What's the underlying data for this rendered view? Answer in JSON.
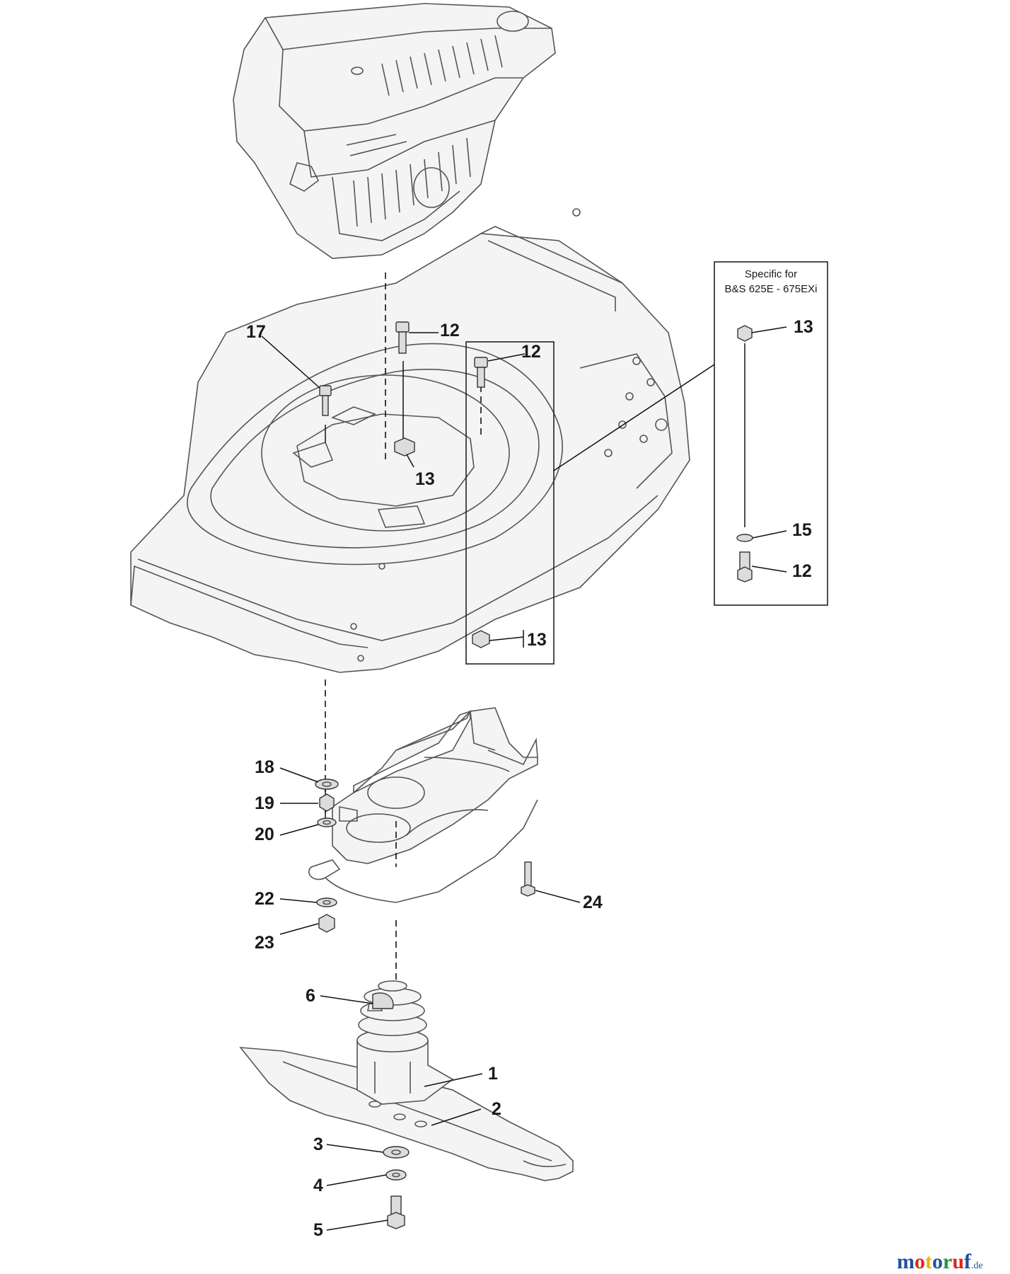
{
  "diagram": {
    "inset_note": {
      "line1": "Specific for",
      "line2": "B&S 625E - 675EXi"
    },
    "callouts": [
      {
        "id": "c17",
        "text": "17"
      },
      {
        "id": "c12a",
        "text": "12"
      },
      {
        "id": "c13a",
        "text": "13"
      },
      {
        "id": "c12b",
        "text": "12"
      },
      {
        "id": "c13b",
        "text": "13"
      },
      {
        "id": "c13c",
        "text": "13"
      },
      {
        "id": "c15",
        "text": "15"
      },
      {
        "id": "c12c",
        "text": "12"
      },
      {
        "id": "c18",
        "text": "18"
      },
      {
        "id": "c19",
        "text": "19"
      },
      {
        "id": "c20",
        "text": "20"
      },
      {
        "id": "c22",
        "text": "22"
      },
      {
        "id": "c23",
        "text": "23"
      },
      {
        "id": "c24",
        "text": "24"
      },
      {
        "id": "c6",
        "text": "6"
      },
      {
        "id": "c1",
        "text": "1"
      },
      {
        "id": "c2",
        "text": "2"
      },
      {
        "id": "c3",
        "text": "3"
      },
      {
        "id": "c4",
        "text": "4"
      },
      {
        "id": "c5",
        "text": "5"
      }
    ]
  },
  "watermark": {
    "brand": "motoruf",
    "suffix": ".de",
    "colors": [
      "#1f4fa0",
      "#d92a1c",
      "#f2b400",
      "#1f4fa0",
      "#2a8f3a",
      "#d92a1c",
      "#1f4fa0"
    ]
  }
}
